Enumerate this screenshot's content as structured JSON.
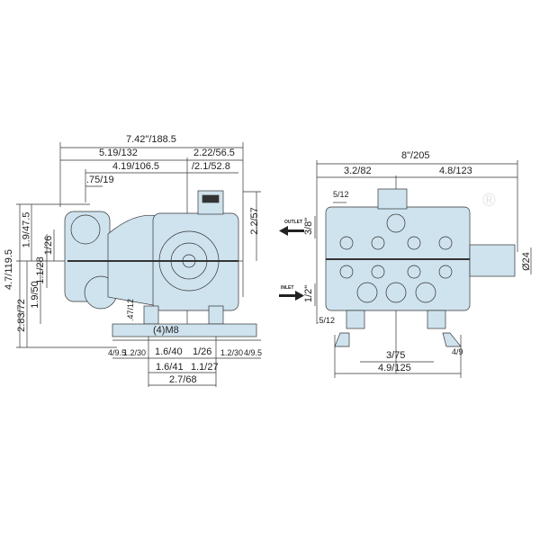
{
  "side_view": {
    "overall_length": "7.42\"/188.5",
    "length_a": "5.19/132",
    "length_b": "2.22/56.5",
    "length_c": "4.19/106.5",
    "length_d": "/2.1/52.8",
    "port_offset": ".75/19",
    "overall_height": "4.7/119.5",
    "height_top": "1.9/47.5",
    "height_base": "2.83/72",
    "height_e": "1.9/50",
    "height_f": "1.1/28",
    "height_g": "1/26",
    "height_right": "2.2/57",
    "foot_thickness": ".47/12",
    "bolt_spec": "(4)M8",
    "bottom_row": [
      "4/9.5",
      "1.2/30",
      "1.6/40",
      "1/26",
      "1.2/30",
      "4/9.5"
    ],
    "mount_a": "1.6/41",
    "mount_b": "1.1/27",
    "mount_total": "2.7/68"
  },
  "front_view": {
    "overall_width": "8\"/205",
    "width_left": "3.2/82",
    "width_right": "4.8/123",
    "top_offset": "5/12",
    "outlet_label": "OUTLET",
    "outlet_size": "3/8\"",
    "inlet_label": "INLET",
    "inlet_size": "1/2\"",
    "shaft_diameter": "Ø24",
    "foot_offset": ".5/12",
    "bolt_spacing": "3/75",
    "foot_width": "4/9",
    "base_width": "4.9/125"
  },
  "watermark": "®",
  "colors": {
    "body": "#cfe3ee",
    "line": "#333333"
  }
}
